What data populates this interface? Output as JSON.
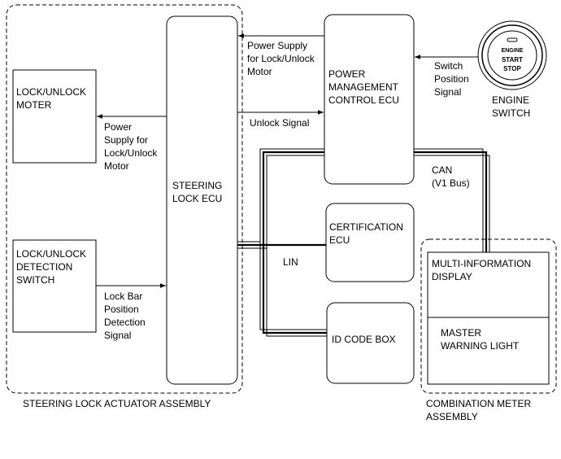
{
  "groups": {
    "steering_lock_actuator_assembly": "STEERING LOCK ACTUATOR ASSEMBLY",
    "combination_meter_assembly": [
      "COMBINATION METER",
      "ASSEMBLY"
    ]
  },
  "blocks": {
    "lock_unlock_motor": [
      "LOCK/UNLOCK",
      "MOTER"
    ],
    "lock_unlock_detection_switch": [
      "LOCK/UNLOCK",
      "DETECTION",
      "SWITCH"
    ],
    "steering_lock_ecu": [
      "STEERING",
      "LOCK ECU"
    ],
    "power_management_ecu": [
      "POWER",
      "MANAGEMENT",
      "CONTROL ECU"
    ],
    "certification_ecu": [
      "CERTIFICATION",
      "ECU"
    ],
    "id_code_box": "ID CODE BOX",
    "multi_information_display": [
      "MULTI-INFORMATION",
      "DISPLAY"
    ],
    "master_warning_light": [
      "MASTER",
      "WARNING LIGHT"
    ],
    "engine_switch": [
      "ENGINE",
      "SWITCH"
    ]
  },
  "engine_button_text": [
    "ENGINE",
    "START",
    "STOP"
  ],
  "signals": {
    "power_supply_top": [
      "Power Supply",
      "for Lock/Unlock",
      "Motor"
    ],
    "switch_position_signal": [
      "Switch",
      "Position",
      "Signal"
    ],
    "power_supply_motor": [
      "Power",
      "Supply for",
      "Lock/Unlock",
      "Motor"
    ],
    "unlock_signal": "Unlock Signal",
    "lock_bar_position_signal": [
      "Lock Bar",
      "Position",
      "Detection",
      "Signal"
    ],
    "can_bus": [
      "CAN",
      "(V1 Bus)"
    ],
    "lin": "LIN"
  },
  "colors": {
    "line": "#000000",
    "background": "#ffffff"
  }
}
